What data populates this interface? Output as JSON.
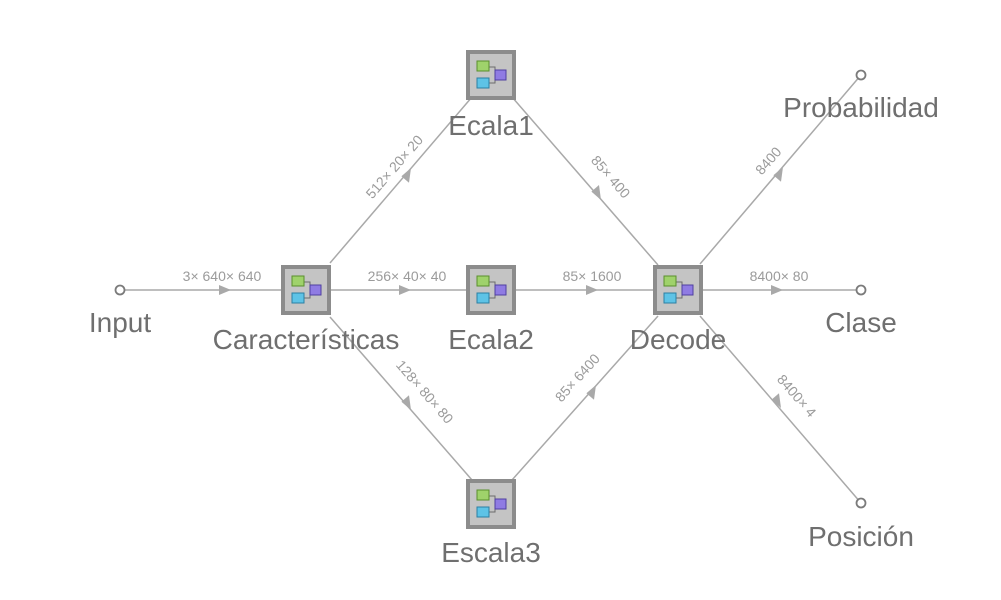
{
  "nodes": {
    "input": {
      "label": "Input"
    },
    "caracteristicas": {
      "label": "Características"
    },
    "ecala1": {
      "label": "Ecala1"
    },
    "ecala2": {
      "label": "Ecala2"
    },
    "escala3": {
      "label": "Escala3"
    },
    "decode": {
      "label": "Decode"
    },
    "probabilidad": {
      "label": "Probabilidad"
    },
    "clase": {
      "label": "Clase"
    },
    "posicion": {
      "label": "Posición"
    }
  },
  "edges": {
    "input_car": "3× 640× 640",
    "car_e1": "512× 20× 20",
    "car_e2": "256× 40× 40",
    "car_e3": "128× 80× 80",
    "e1_dec": "85× 400",
    "e2_dec": "85× 1600",
    "e3_dec": "85× 6400",
    "dec_prob": "8400",
    "dec_clase": "8400× 80",
    "dec_pos": "8400× 4"
  }
}
